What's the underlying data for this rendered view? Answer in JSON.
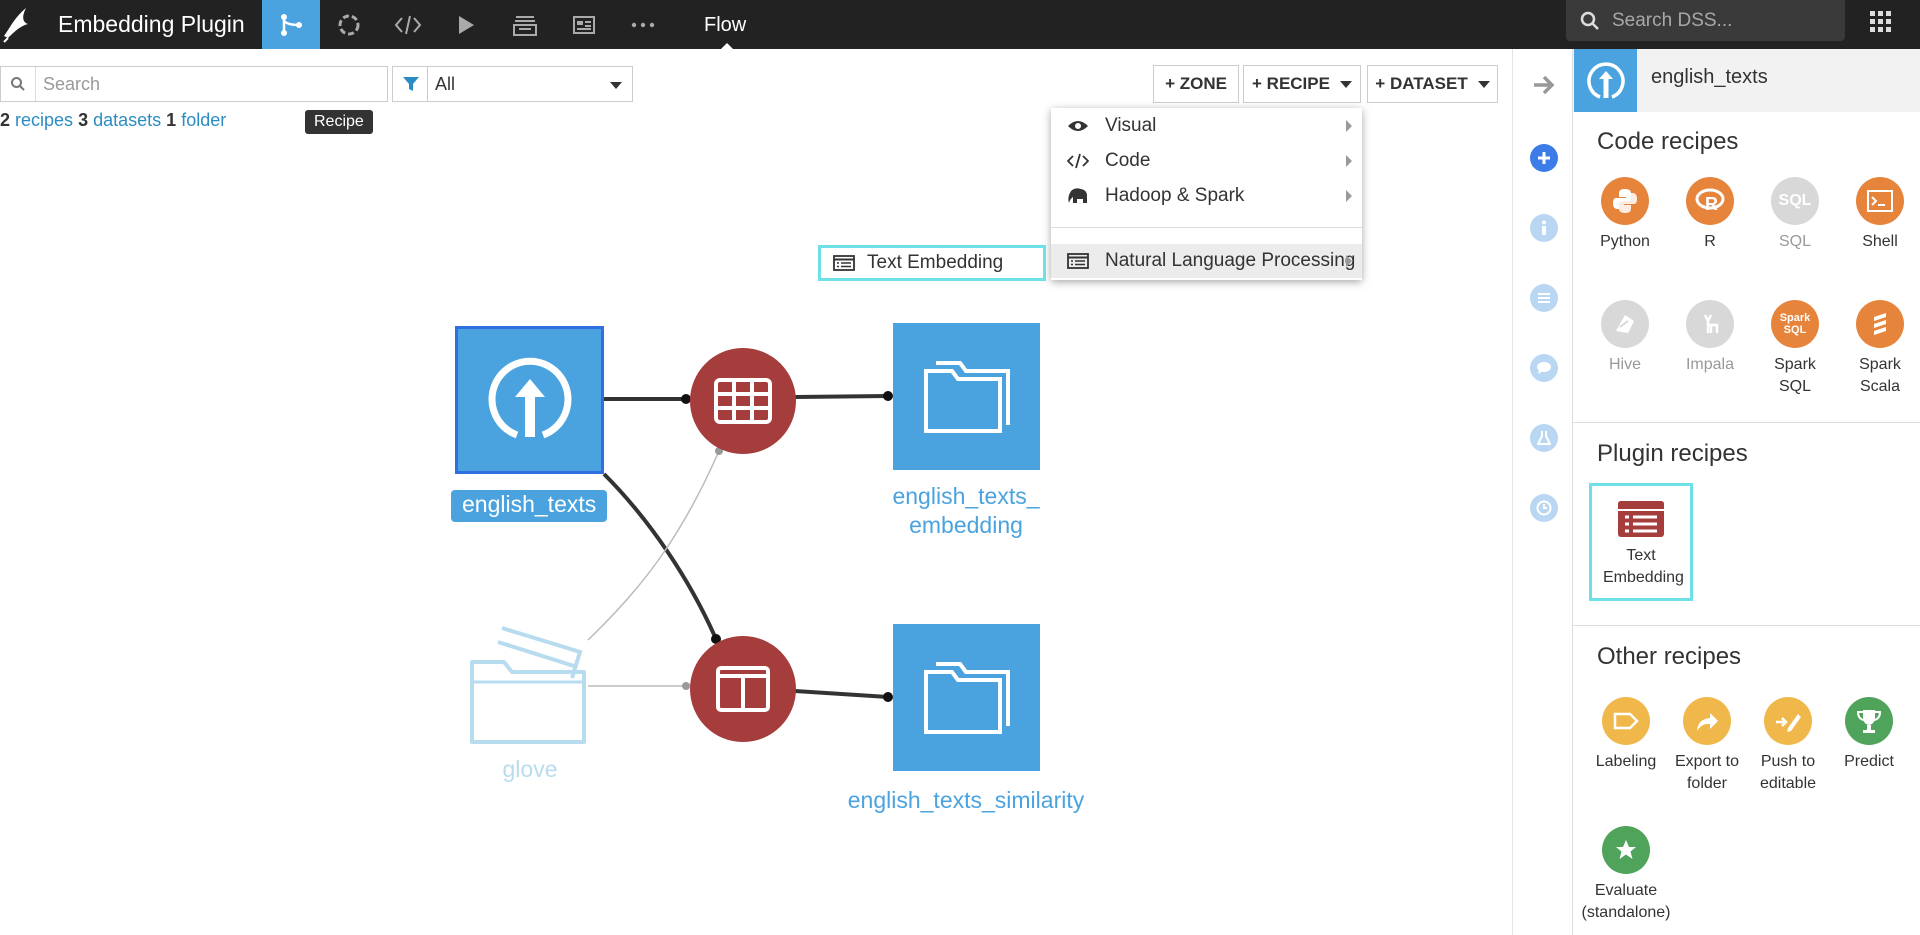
{
  "topbar": {
    "app_title": "Embedding Plugin",
    "nav_items": [
      "flow-icon",
      "jobs-icon",
      "code-icon",
      "run-icon",
      "stack-icon",
      "dashboard-icon",
      "more-icon"
    ],
    "active_section": "Flow",
    "search_placeholder": "Search DSS...",
    "accent": "#4aa3df"
  },
  "flow_toolbar": {
    "search_placeholder": "Search",
    "filter_value": "All",
    "counts": {
      "recipes_n": "2",
      "recipes_label": "recipes",
      "datasets_n": "3",
      "datasets_label": "datasets",
      "folders_n": "1",
      "folders_label": "folder"
    },
    "tooltip": "Recipe",
    "zone_button": "+ ZONE",
    "recipe_button": "+ RECIPE",
    "dataset_button": "+ DATASET"
  },
  "recipe_menu": {
    "items": [
      {
        "label": "Visual",
        "icon": "eye-icon"
      },
      {
        "label": "Code",
        "icon": "code-icon"
      },
      {
        "label": "Hadoop & Spark",
        "icon": "elephant-icon"
      },
      {
        "label": "Natural Language Processing",
        "icon": "list-card-icon"
      }
    ],
    "submenu_item": "Text Embedding"
  },
  "flow": {
    "datasets": {
      "english_texts": "english_texts",
      "embedding_line1": "english_texts_",
      "embedding_line2": "embedding",
      "similarity": "english_texts_similarity",
      "glove": "glove"
    },
    "colors": {
      "dataset": "#4aa3df",
      "recipe": "#a63d3d",
      "selected": "#2f6fe0"
    }
  },
  "right_panel": {
    "dataset_name": "english_texts",
    "code_recipes_title": "Code recipes",
    "code_recipes": [
      {
        "label": "Python",
        "enabled": true
      },
      {
        "label": "R",
        "enabled": true
      },
      {
        "label": "SQL",
        "enabled": false
      },
      {
        "label": "Shell",
        "enabled": true
      },
      {
        "label": "Hive",
        "enabled": false
      },
      {
        "label": "Impala",
        "enabled": false
      },
      {
        "label": "Spark SQL",
        "enabled": true
      },
      {
        "label": "Spark Scala",
        "enabled": true
      }
    ],
    "plugin_recipes_title": "Plugin recipes",
    "plugin_recipes": [
      {
        "label": "Text Embedding"
      }
    ],
    "other_recipes_title": "Other recipes",
    "other_recipes": [
      {
        "label": "Labeling"
      },
      {
        "label": "Export to folder"
      },
      {
        "label": "Push to editable"
      },
      {
        "label": "Predict"
      },
      {
        "label": "Evaluate (standalone)"
      }
    ]
  }
}
